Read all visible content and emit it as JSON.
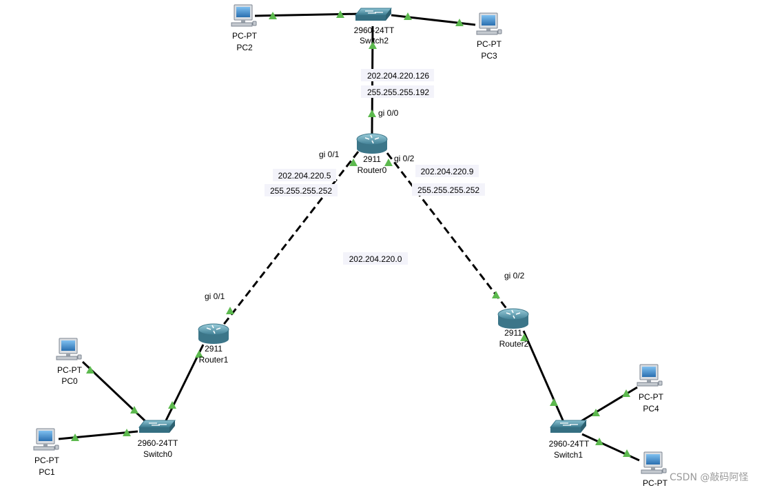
{
  "devices": [
    {
      "id": "pc2",
      "model": "PC-PT",
      "name": "PC2",
      "kind": "pc"
    },
    {
      "id": "sw2",
      "model": "2960-24TT",
      "name": "Switch2",
      "kind": "switch"
    },
    {
      "id": "pc3",
      "model": "PC-PT",
      "name": "PC3",
      "kind": "pc"
    },
    {
      "id": "r0",
      "model": "2911",
      "name": "Router0",
      "kind": "router"
    },
    {
      "id": "r1",
      "model": "2911",
      "name": "Router1",
      "kind": "router"
    },
    {
      "id": "r2",
      "model": "2911",
      "name": "Router2",
      "kind": "router"
    },
    {
      "id": "pc0",
      "model": "PC-PT",
      "name": "PC0",
      "kind": "pc"
    },
    {
      "id": "pc1",
      "model": "PC-PT",
      "name": "PC1",
      "kind": "pc"
    },
    {
      "id": "sw0",
      "model": "2960-24TT",
      "name": "Switch0",
      "kind": "switch"
    },
    {
      "id": "sw1",
      "model": "2960-24TT",
      "name": "Switch1",
      "kind": "switch"
    },
    {
      "id": "pc4",
      "model": "PC-PT",
      "name": "PC4",
      "kind": "pc"
    },
    {
      "id": "pc5",
      "model": "PC-PT",
      "name": "",
      "kind": "pc"
    }
  ],
  "links": [
    {
      "from": "pc2",
      "to": "sw2",
      "style": "solid"
    },
    {
      "from": "sw2",
      "to": "pc3",
      "style": "solid"
    },
    {
      "from": "sw2",
      "to": "r0",
      "style": "solid"
    },
    {
      "from": "r0",
      "to": "r1",
      "style": "dashed"
    },
    {
      "from": "r0",
      "to": "r2",
      "style": "dashed"
    },
    {
      "from": "r1",
      "to": "sw0",
      "style": "solid"
    },
    {
      "from": "pc0",
      "to": "sw0",
      "style": "solid"
    },
    {
      "from": "pc1",
      "to": "sw0",
      "style": "solid"
    },
    {
      "from": "r2",
      "to": "sw1",
      "style": "solid"
    },
    {
      "from": "sw1",
      "to": "pc4",
      "style": "solid"
    },
    {
      "from": "sw1",
      "to": "pc5",
      "style": "solid"
    }
  ],
  "interface_labels": [
    {
      "id": "r0-gi00",
      "text": "gi 0/0"
    },
    {
      "id": "r0-gi01",
      "text": "gi 0/1"
    },
    {
      "id": "r0-gi02",
      "text": "gi 0/2"
    },
    {
      "id": "r1-gi01",
      "text": "gi 0/1"
    },
    {
      "id": "r2-gi02",
      "text": "gi 0/2"
    }
  ],
  "address_labels": [
    {
      "id": "sw2-ip",
      "text": "202.204.220.126"
    },
    {
      "id": "sw2-mask",
      "text": "255.255.255.192"
    },
    {
      "id": "r1link-ip",
      "text": "202.204.220.5"
    },
    {
      "id": "r1link-mask",
      "text": "255.255.255.252"
    },
    {
      "id": "r2link-ip",
      "text": "202.204.220.9"
    },
    {
      "id": "r2link-mask",
      "text": "255.255.255.252"
    },
    {
      "id": "network",
      "text": "202.204.220.0"
    }
  ],
  "watermark": "CSDN @敲码阿怪",
  "colors": {
    "link": "#000000",
    "port_up": "#5cb94e",
    "ip_label_bg": "#f3f3fa",
    "router_body": "#5e9fb3",
    "switch_body": "#4f90a6",
    "pc_screen": "#3a86c9"
  }
}
